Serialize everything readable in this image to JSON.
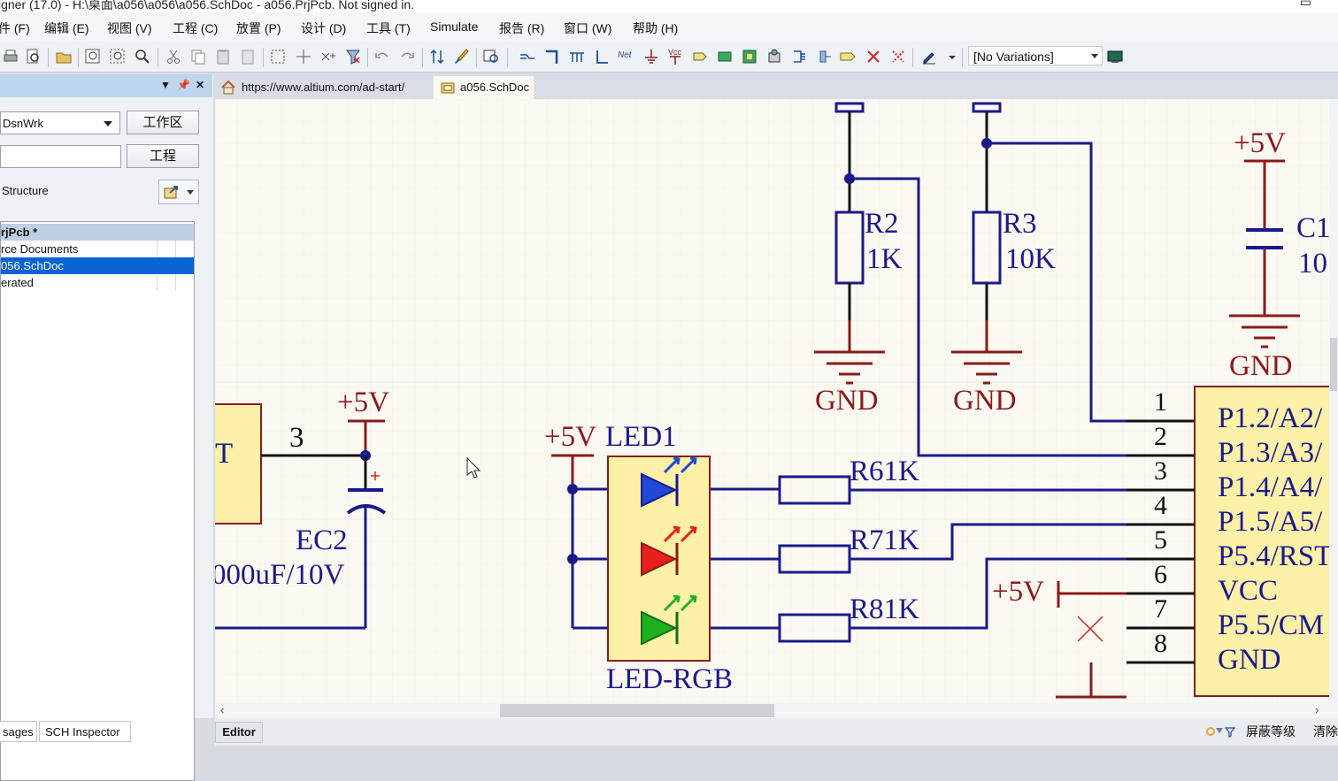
{
  "title": {
    "text": "igner (17.0) - H:\\桌面\\a056\\a056\\a056.SchDoc - a056.PrjPcb. Not signed in."
  },
  "menu": [
    "件 (F)",
    "编辑 (E)",
    "视图 (V)",
    "工程 (C)",
    "放置 (P)",
    "设计 (D)",
    "工具 (T)",
    "Simulate",
    "报告 (R)",
    "窗口 (W)",
    "帮助 (H)"
  ],
  "toolbar": {
    "variations": "[No Variations]",
    "net_label": "Net",
    "vcc_label": "Vcc"
  },
  "panel": {
    "workspace_combo": "DsnWrk",
    "workspace_btn": "工作区",
    "project_btn": "工程",
    "structure_label": "Structure",
    "tree": [
      "rjPcb *",
      "rce Documents",
      "056.SchDoc",
      "erated"
    ],
    "bottom_tabs": [
      "sages",
      "SCH Inspector"
    ]
  },
  "doc_tabs": [
    "https://www.altium.com/ad-start/",
    "a056.SchDoc"
  ],
  "status": {
    "editor_tab": "Editor",
    "mask_level": "屏蔽等级",
    "clear": "清除"
  },
  "schematic": {
    "r2": {
      "ref": "R2",
      "value": "1K"
    },
    "r3": {
      "ref": "R3",
      "value": "10K"
    },
    "c1": {
      "ref": "C1",
      "value": "10"
    },
    "gnd": "GND",
    "v5": "+5V",
    "ec2": {
      "ref": "EC2",
      "value": "000uF/10V"
    },
    "j_partial": "T",
    "pin3": "3",
    "led1": {
      "ref": "LED1",
      "value": "LED-RGB"
    },
    "r6": "R61K",
    "r7": "R71K",
    "r8": "R81K",
    "ic_pins": [
      {
        "num": "1",
        "name": "P1.2/A2/"
      },
      {
        "num": "2",
        "name": "P1.3/A3/"
      },
      {
        "num": "3",
        "name": "P1.4/A4/"
      },
      {
        "num": "4",
        "name": "P1.5/A5/"
      },
      {
        "num": "5",
        "name": "P5.4/RST"
      },
      {
        "num": "6",
        "name": "VCC"
      },
      {
        "num": "7",
        "name": "P5.5/CM"
      },
      {
        "num": "8",
        "name": "GND"
      }
    ]
  },
  "colors": {
    "wire": "#1a1a8c",
    "power": "#8b1a1a",
    "component": "#1a1a8c",
    "body_fill": "#fdf1a8",
    "selection": "#0a64d2"
  }
}
